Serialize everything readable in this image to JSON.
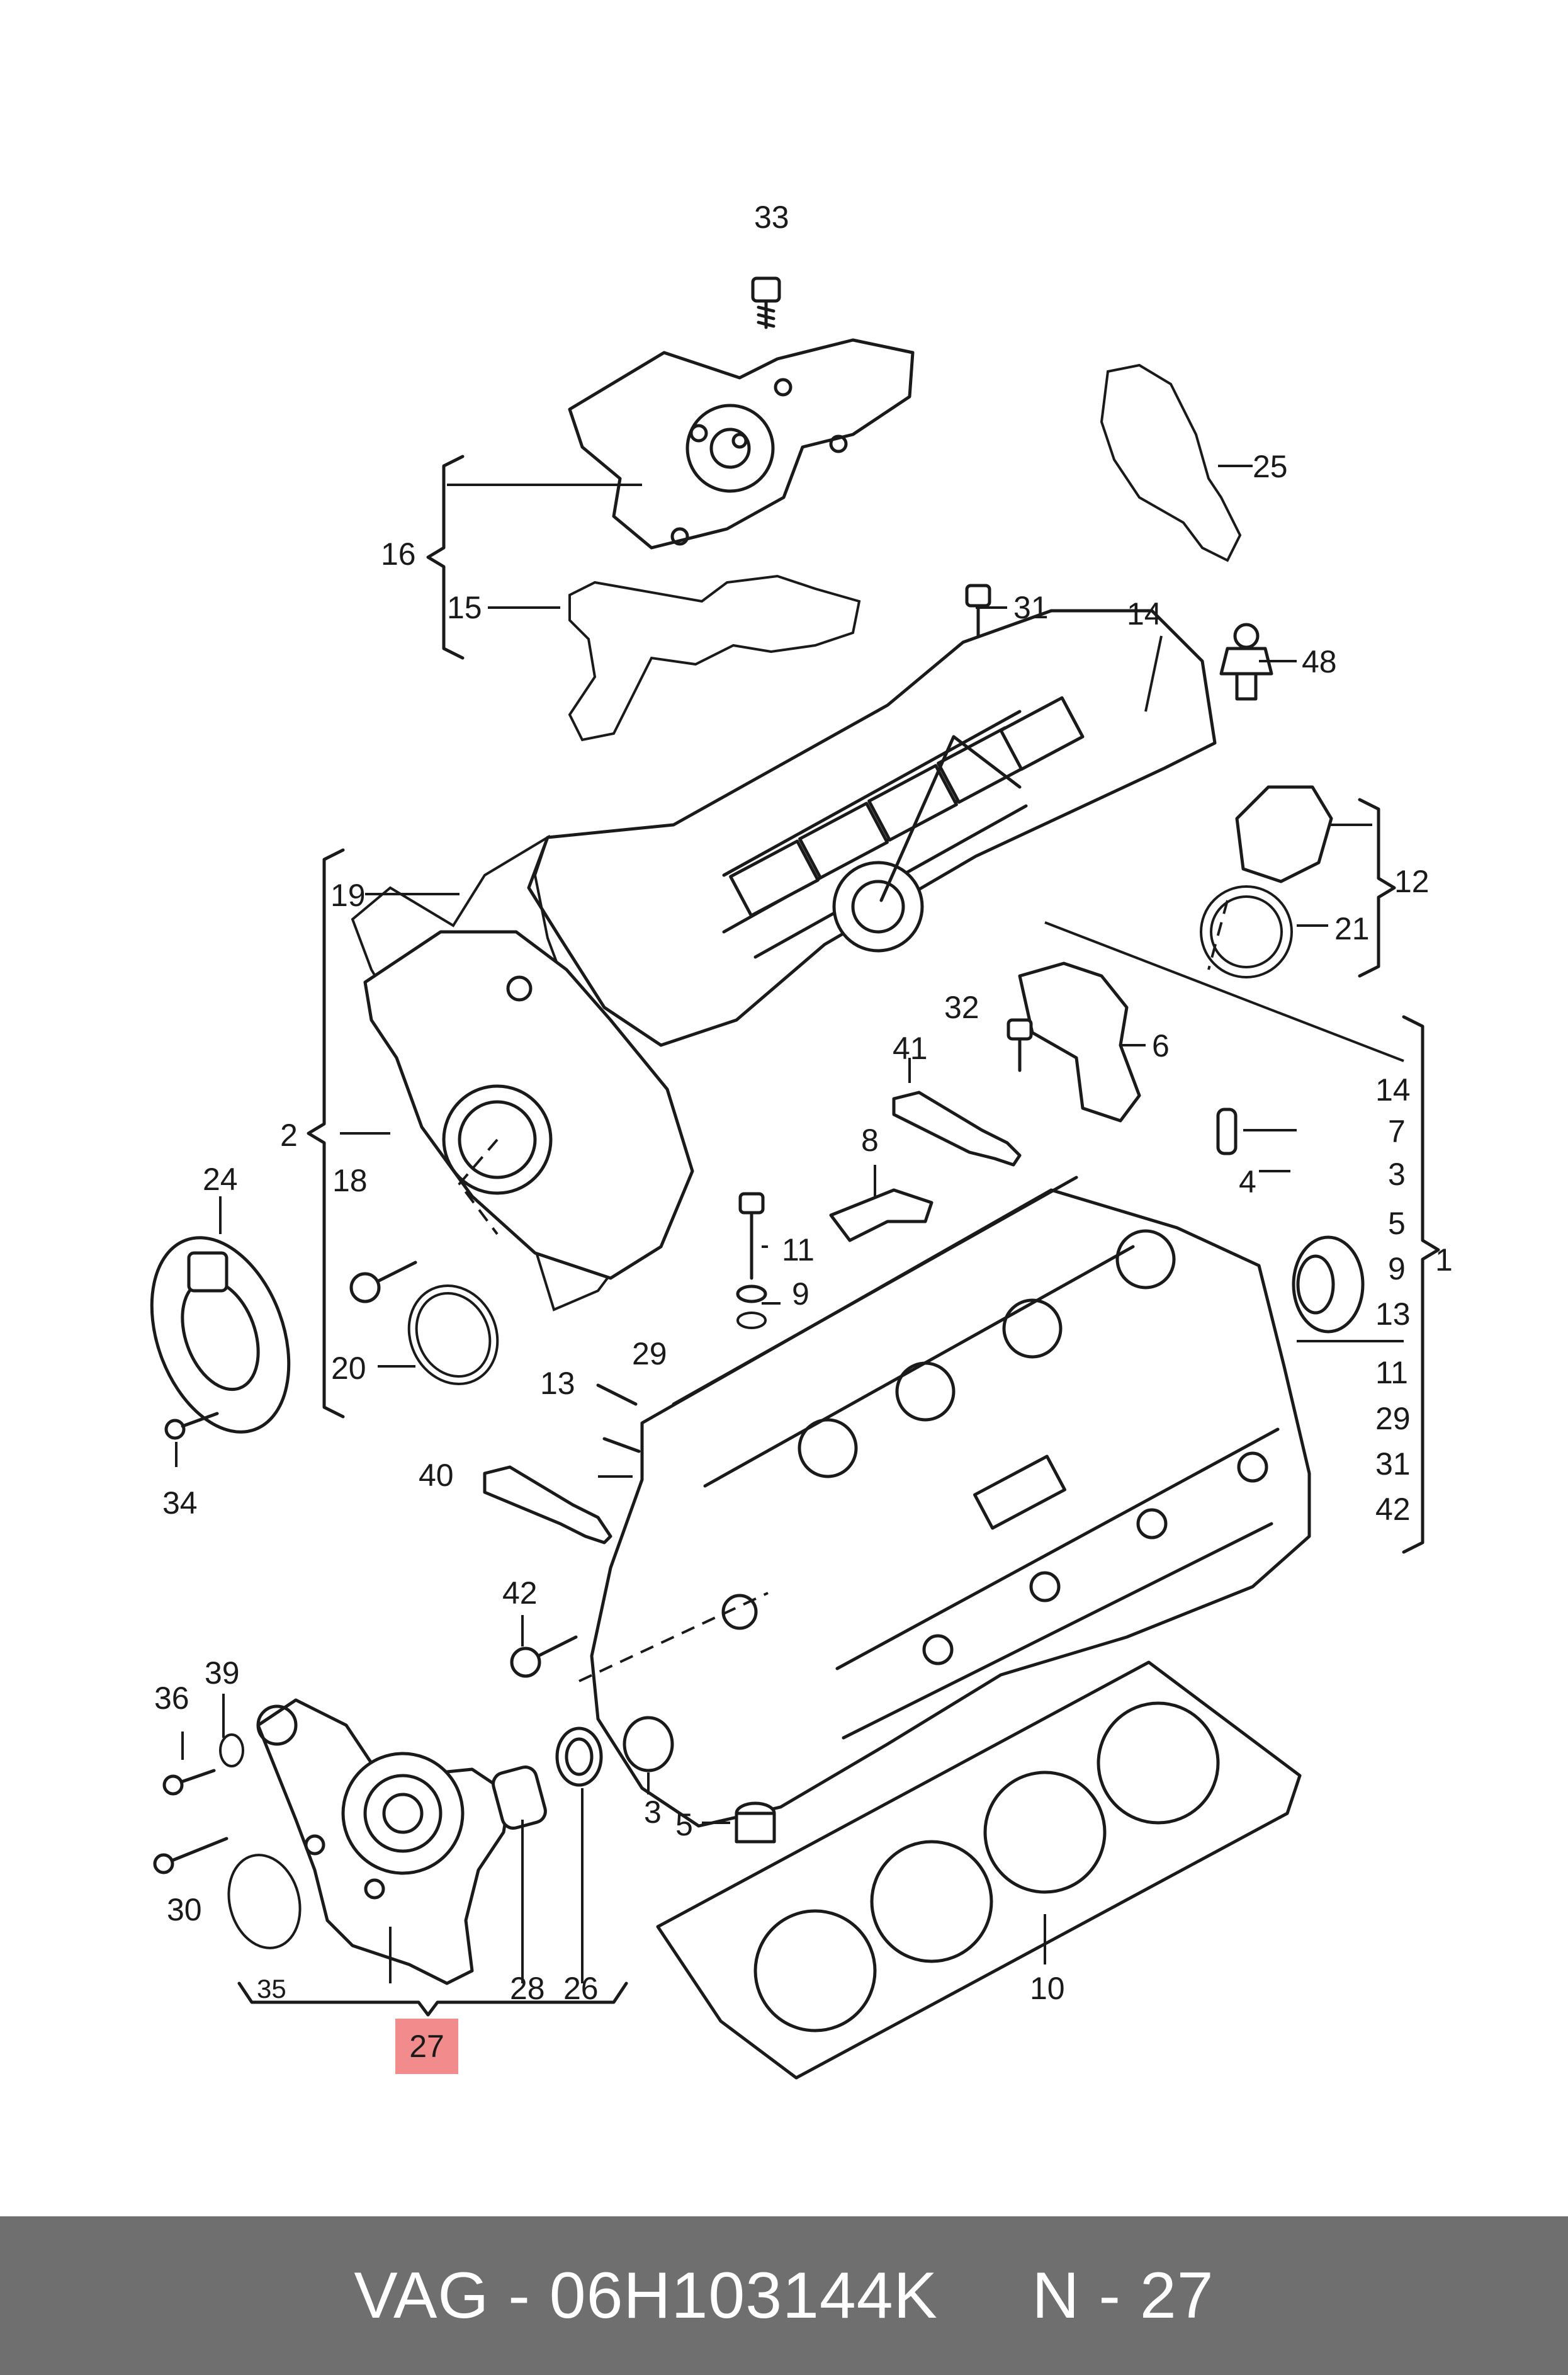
{
  "callouts": {
    "c33": "33",
    "c25": "25",
    "c16": "16",
    "c15": "15",
    "c31": "31",
    "c14a": "14",
    "c48": "48",
    "c12": "12",
    "c21": "21",
    "c19": "19",
    "c32": "32",
    "c6": "6",
    "c41": "41",
    "c2": "2",
    "c24": "24",
    "c18": "18",
    "c8": "8",
    "c7": "7",
    "c4": "4",
    "c14b": "14",
    "c3a": "3",
    "c5a": "5",
    "c9a": "9",
    "c13a": "13",
    "c1": "1",
    "c11a": "11",
    "c9b": "9",
    "c20": "20",
    "c29a": "29",
    "c13b": "13",
    "c11b": "11",
    "c29b": "29",
    "c31b": "31",
    "c42a": "42",
    "c34": "34",
    "c40": "40",
    "c42b": "42",
    "c36": "36",
    "c39": "39",
    "c30": "30",
    "c35": "35",
    "c28": "28",
    "c26": "26",
    "c3b": "3",
    "c5b": "5",
    "c10": "10"
  },
  "highlight": {
    "label": "27",
    "color": "#f28c8c"
  },
  "footer": {
    "text": "VAG - 06H103144K     N - 27",
    "background": "#6f6f6f"
  }
}
